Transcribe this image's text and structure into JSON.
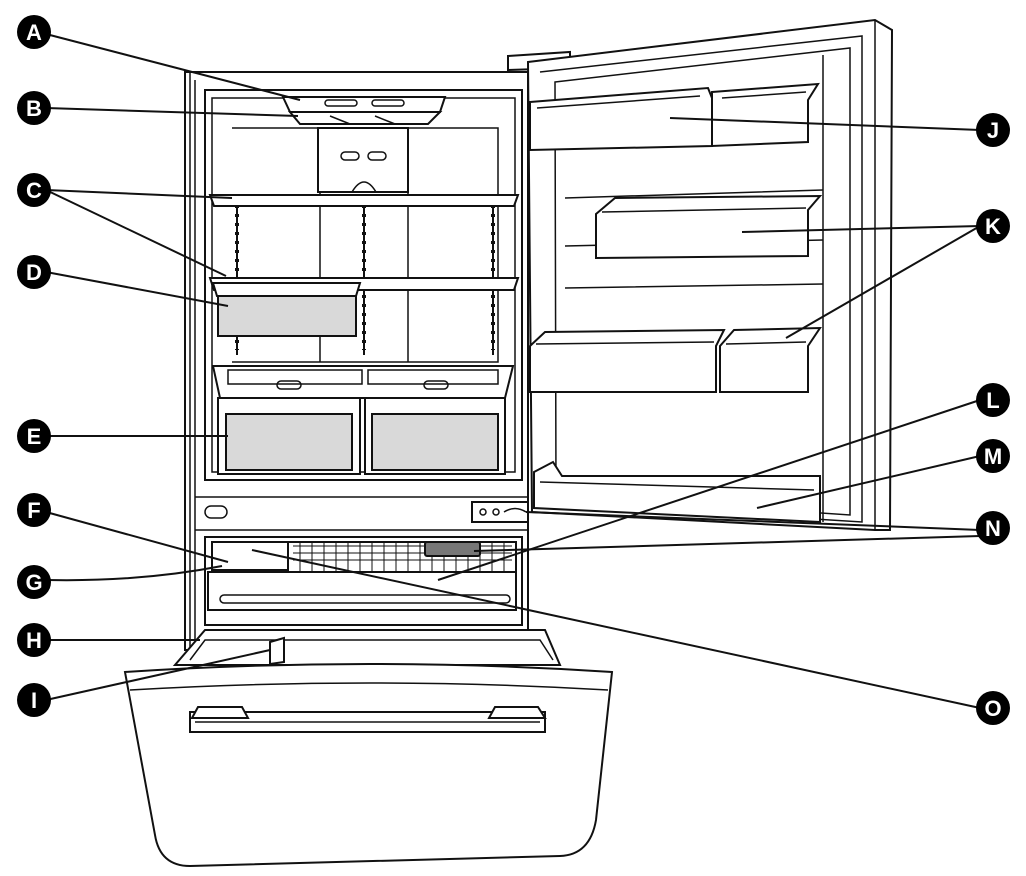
{
  "labels": [
    {
      "id": "A",
      "text": "A"
    },
    {
      "id": "B",
      "text": "B"
    },
    {
      "id": "C",
      "text": "C"
    },
    {
      "id": "D",
      "text": "D"
    },
    {
      "id": "E",
      "text": "E"
    },
    {
      "id": "F",
      "text": "F"
    },
    {
      "id": "G",
      "text": "G"
    },
    {
      "id": "H",
      "text": "H"
    },
    {
      "id": "I",
      "text": "I"
    },
    {
      "id": "J",
      "text": "J"
    },
    {
      "id": "K",
      "text": "K"
    },
    {
      "id": "L",
      "text": "L"
    },
    {
      "id": "M",
      "text": "M"
    },
    {
      "id": "N",
      "text": "N"
    },
    {
      "id": "O",
      "text": "O"
    }
  ],
  "colors": {
    "outline": "#111111",
    "panel_fill": "#ffffff",
    "bin_fill": "#d9d9d9",
    "label_circle": "#000000",
    "label_text": "#ffffff"
  }
}
